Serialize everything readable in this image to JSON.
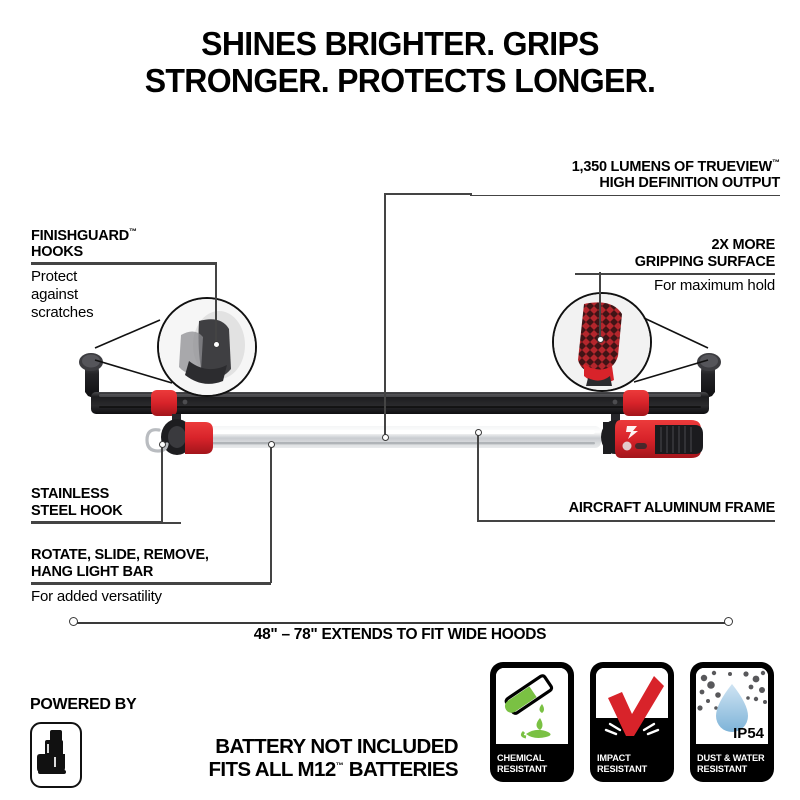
{
  "headline": {
    "line1": "SHINES BRIGHTER. GRIPS",
    "line2": "STRONGER. PROTECTS LONGER."
  },
  "callouts": {
    "lumens": {
      "title_line1": "1,350 LUMENS OF TRUEVIEW",
      "title_tm": "™",
      "title_line2": "HIGH DEFINITION OUTPUT"
    },
    "finishguard": {
      "title_line1": "FINISHGUARD",
      "title_tm": "™",
      "title_line2": "HOOKS",
      "sub_line1": "Protect",
      "sub_line2": "against",
      "sub_line3": "scratches"
    },
    "grip": {
      "title_line1": "2X MORE",
      "title_line2": "GRIPPING SURFACE",
      "sub": "For maximum hold"
    },
    "hook": {
      "title_line1": "STAINLESS",
      "title_line2": "STEEL HOOK"
    },
    "rotate": {
      "title_line1": "ROTATE, SLIDE, REMOVE,",
      "title_line2": "HANG LIGHT BAR",
      "sub": "For added versatility"
    },
    "frame": {
      "title": "AIRCRAFT ALUMINUM FRAME"
    }
  },
  "dimension": {
    "label": "48\" – 78\" EXTENDS TO FIT WIDE HOODS"
  },
  "badges": [
    {
      "id": "chemical-resistant",
      "caption_line1": "CHEMICAL",
      "caption_line2": "RESISTANT",
      "icon": "test-tube-pouring-icon",
      "accent": "#7ac143"
    },
    {
      "id": "impact-resistant",
      "caption_line1": "IMPACT",
      "caption_line2": "RESISTANT",
      "icon": "checkmark-icon",
      "accent": "#d8232a"
    },
    {
      "id": "dust-water-resistant",
      "caption_line1": "DUST & WATER",
      "caption_line2": "RESISTANT",
      "icon": "water-droplet-icon",
      "accent": "#9ecae8",
      "rating": "IP54"
    }
  ],
  "footer": {
    "powered_by": "POWERED BY",
    "battery_icon": "m12-battery-icon",
    "note_line1": "BATTERY NOT INCLUDED",
    "note_line2_a": "FITS ALL M12",
    "note_tm": "™",
    "note_line2_b": " BATTERIES"
  },
  "product": {
    "name": "underhood-light-bar",
    "brand_logo": "milwaukee-lightning-logo",
    "colors": {
      "body_black": "#1b1b1d",
      "accent_red": "#d8232a",
      "aluminum": "#d9dbdd"
    }
  }
}
